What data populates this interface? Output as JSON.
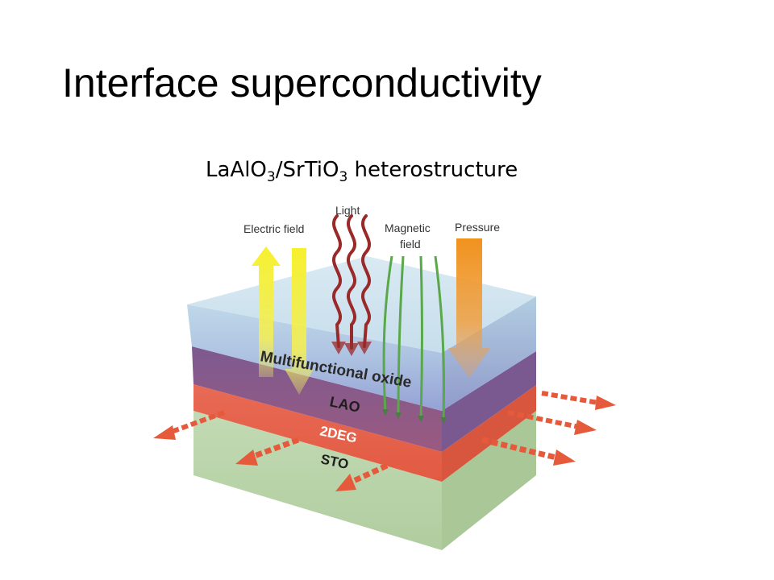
{
  "slide": {
    "title": "Interface superconductivity",
    "subtitle": {
      "part1": "LaAlO",
      "sub1": "3",
      "part2": "/SrTiO",
      "sub2": "3",
      "part3": " heterostructure"
    }
  },
  "diagram": {
    "stimuli": {
      "electric_field": "Electric field",
      "light": "Light",
      "magnetic_field_line1": "Magnetic",
      "magnetic_field_line2": "field",
      "pressure": "Pressure"
    },
    "layers": {
      "multifunctional_oxide": "Multifunctional oxide",
      "lao": "LAO",
      "twodeg": "2DEG",
      "sto": "STO"
    },
    "colors": {
      "multifunctional_oxide": "#b9d3e6",
      "lao": "#8a5e8e",
      "twodeg": "#e8604a",
      "sto": "#b3cfa4",
      "electric_arrow": "#f2ee3a",
      "light_wave": "#9a2a2a",
      "magnetic_line": "#5aa84a",
      "pressure_arrow": "#ee9427",
      "current_arrow": "#e65a3c"
    }
  }
}
